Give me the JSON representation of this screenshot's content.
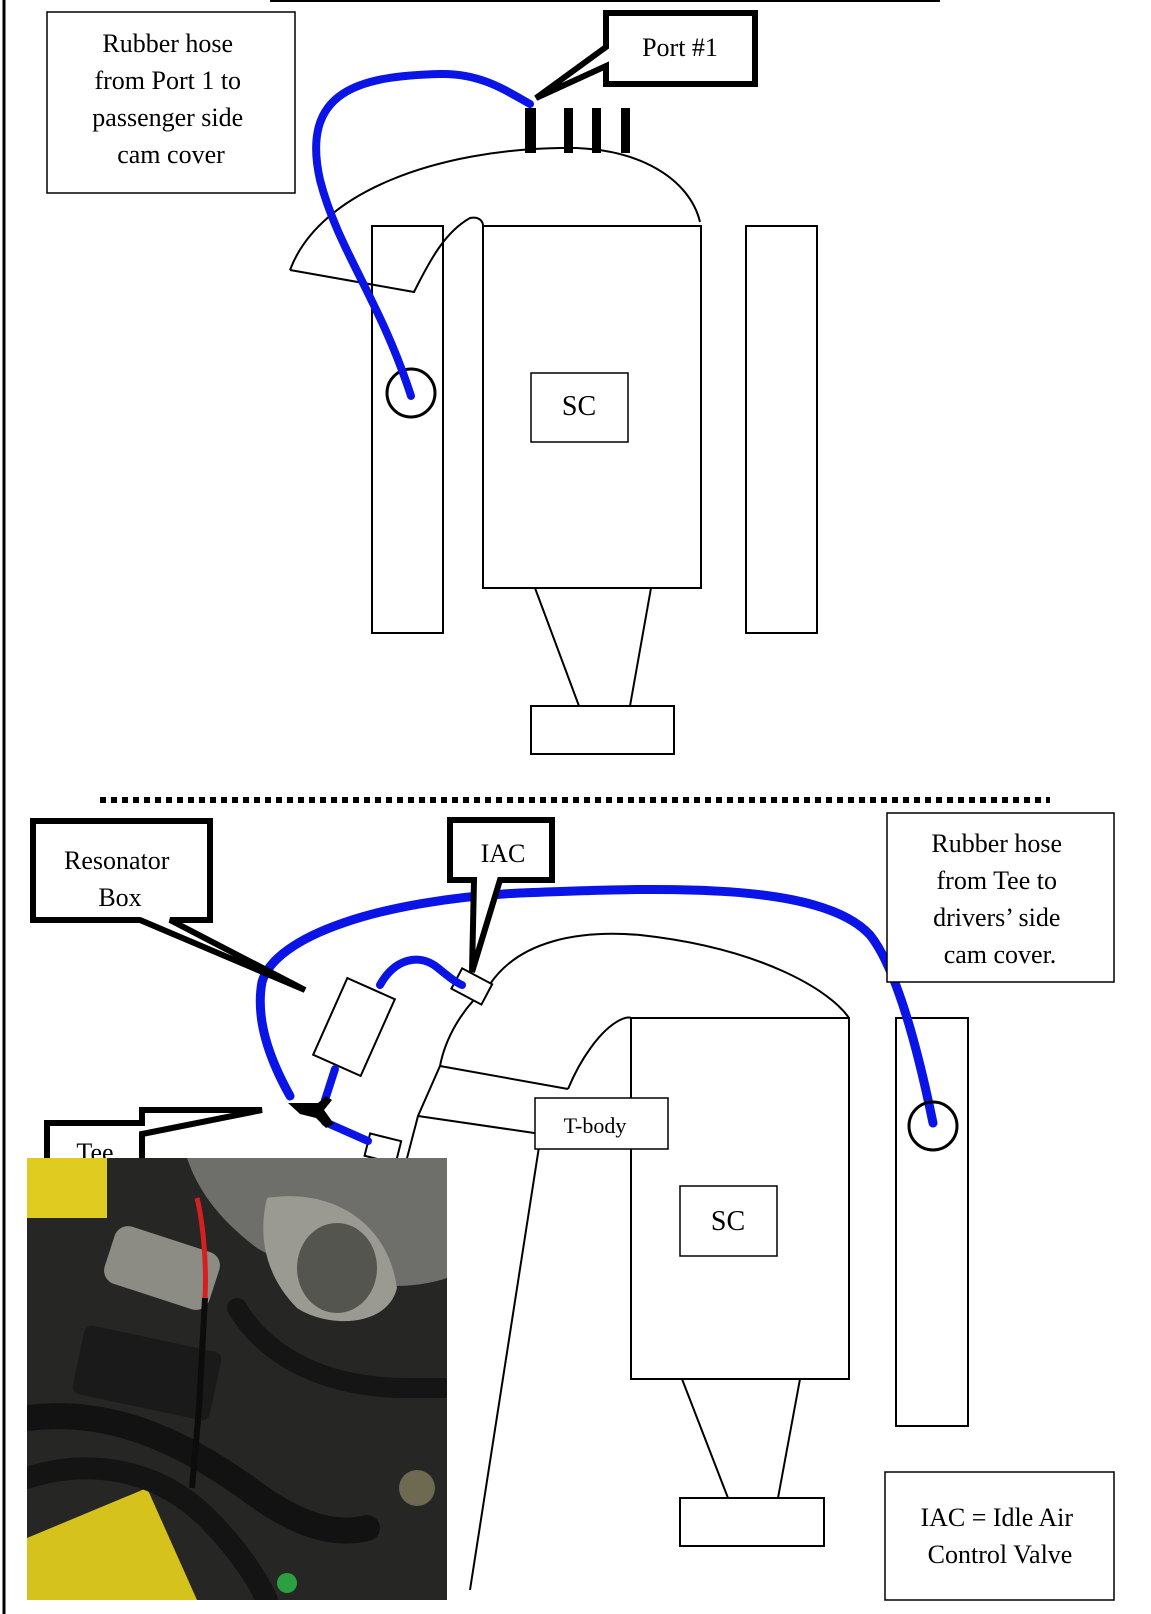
{
  "top": {
    "callout_hose": [
      "Rubber hose",
      "from Port 1 to",
      "passenger side",
      "cam cover"
    ],
    "port_label": "Port #1",
    "sc_label": "SC"
  },
  "bottom": {
    "resonator_label": [
      "Resonator",
      "Box"
    ],
    "iac_label": "IAC",
    "callout_hose": [
      "Rubber hose",
      "from Tee to",
      "drivers’ side",
      "cam cover."
    ],
    "tbody_label": "T-body",
    "sc_label": "SC",
    "tee_label": "Tee",
    "legend": [
      "IAC = Idle Air",
      "Control Valve"
    ]
  },
  "colors": {
    "hose": "#0a14e6",
    "line": "#000000",
    "engine_bay_yellow": "#e6d21e"
  }
}
